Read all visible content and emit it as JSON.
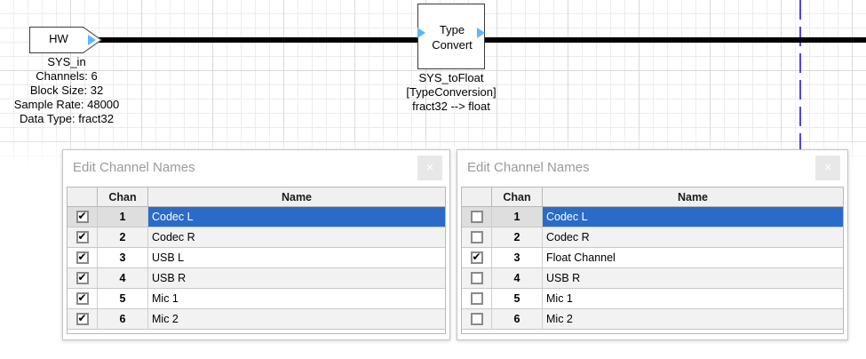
{
  "canvas": {
    "grid_color": "#ececec",
    "grid_major_color": "#d9d9d9",
    "page_break_color": "#4a46e0",
    "wire_color": "#000000",
    "port_color": "#5ab8ff"
  },
  "blocks": [
    {
      "id": "hw",
      "label": "HW",
      "caption": "SYS_in\nChannels: 6\nBlock Size: 32\nSample Rate: 48000\nData Type: fract32"
    },
    {
      "id": "type_convert",
      "label": "Type\nConvert",
      "caption": "SYS_toFloat\n[TypeConversion]\nfract32 --> float"
    }
  ],
  "dialogs": [
    {
      "id": "left",
      "title": "Edit Channel Names",
      "close_label": "×",
      "columns": [
        "",
        "Chan",
        "Name"
      ],
      "rows": [
        {
          "checked": true,
          "chan": "1",
          "name": "Codec L",
          "selected": true
        },
        {
          "checked": true,
          "chan": "2",
          "name": "Codec R",
          "selected": false
        },
        {
          "checked": true,
          "chan": "3",
          "name": "USB L",
          "selected": false
        },
        {
          "checked": true,
          "chan": "4",
          "name": "USB R",
          "selected": false
        },
        {
          "checked": true,
          "chan": "5",
          "name": "Mic 1",
          "selected": false
        },
        {
          "checked": true,
          "chan": "6",
          "name": "Mic 2",
          "selected": false
        }
      ]
    },
    {
      "id": "right",
      "title": "Edit Channel Names",
      "close_label": "×",
      "columns": [
        "",
        "Chan",
        "Name"
      ],
      "rows": [
        {
          "checked": false,
          "chan": "1",
          "name": "Codec L",
          "selected": true
        },
        {
          "checked": false,
          "chan": "2",
          "name": "Codec R",
          "selected": false
        },
        {
          "checked": true,
          "chan": "3",
          "name": "Float Channel",
          "selected": false
        },
        {
          "checked": false,
          "chan": "4",
          "name": "USB R",
          "selected": false
        },
        {
          "checked": false,
          "chan": "5",
          "name": "Mic 1",
          "selected": false
        },
        {
          "checked": false,
          "chan": "6",
          "name": "Mic 2",
          "selected": false
        }
      ]
    }
  ]
}
